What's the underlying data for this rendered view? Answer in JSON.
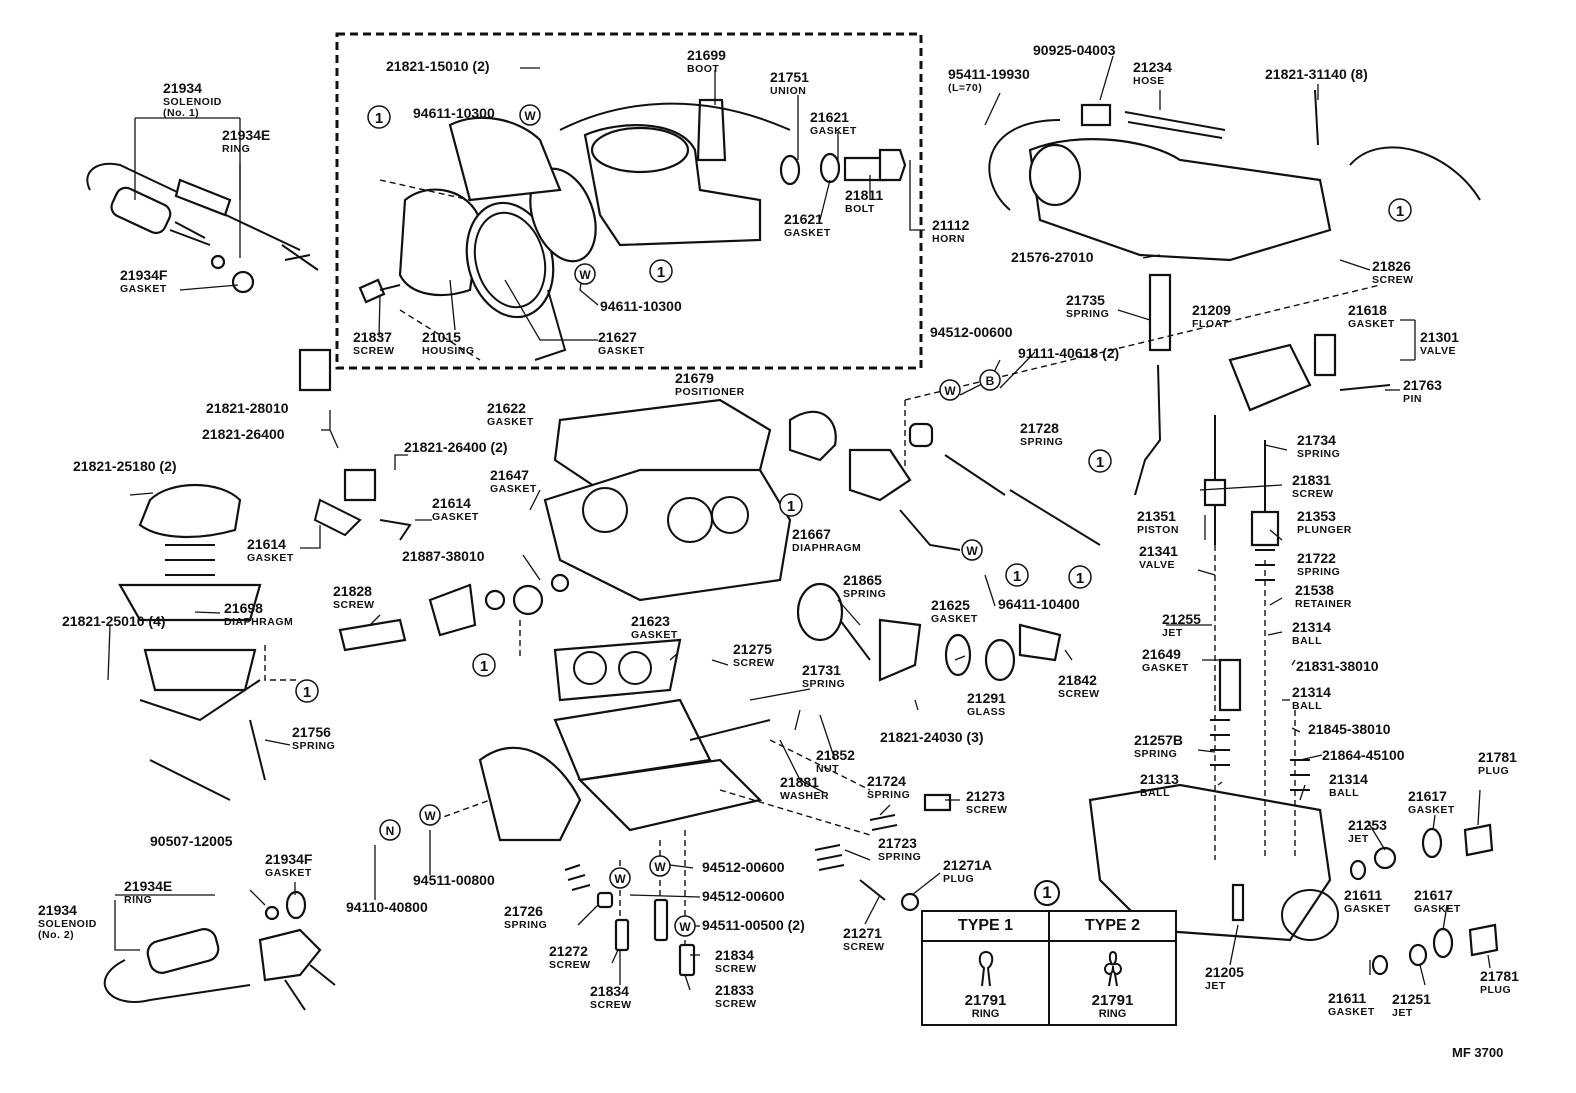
{
  "parts": [
    {
      "id": "p1",
      "num": "21934",
      "name": "SOLENOID (No. 1)"
    },
    {
      "id": "p2",
      "num": "21934E",
      "name": "RING"
    },
    {
      "id": "p3",
      "num": "21934F",
      "name": "GASKET"
    },
    {
      "id": "p4",
      "num": "21821-15010 (2)",
      "name": ""
    },
    {
      "id": "p5",
      "num": "94611-10300",
      "name": ""
    },
    {
      "id": "p6",
      "num": "21699",
      "name": "BOOT"
    },
    {
      "id": "p7",
      "num": "21751",
      "name": "UNION"
    },
    {
      "id": "p8",
      "num": "21621",
      "name": "GASKET"
    },
    {
      "id": "p9",
      "num": "21811",
      "name": "BOLT"
    },
    {
      "id": "p10",
      "num": "21621",
      "name": "GASKET"
    },
    {
      "id": "p11",
      "num": "21112",
      "name": "HORN"
    },
    {
      "id": "p12",
      "num": "94611-10300",
      "name": ""
    },
    {
      "id": "p13",
      "num": "21837",
      "name": "SCREW"
    },
    {
      "id": "p14",
      "num": "21015",
      "name": "HOUSING"
    },
    {
      "id": "p15",
      "num": "21627",
      "name": "GASKET"
    },
    {
      "id": "p16",
      "num": "90925-04003",
      "name": ""
    },
    {
      "id": "p17",
      "num": "95411-19930",
      "name": "(L=70)"
    },
    {
      "id": "p18",
      "num": "21234",
      "name": "HOSE"
    },
    {
      "id": "p19",
      "num": "21821-31140 (8)",
      "name": ""
    },
    {
      "id": "p20",
      "num": "21576-27010",
      "name": ""
    },
    {
      "id": "p21",
      "num": "21826",
      "name": "SCREW"
    },
    {
      "id": "p22",
      "num": "21735",
      "name": "SPRING"
    },
    {
      "id": "p23",
      "num": "21209",
      "name": "FLOAT"
    },
    {
      "id": "p24",
      "num": "21618",
      "name": "GASKET"
    },
    {
      "id": "p25",
      "num": "21301",
      "name": "VALVE"
    },
    {
      "id": "p26",
      "num": "94512-00600",
      "name": ""
    },
    {
      "id": "p27",
      "num": "91111-40618 (2)",
      "name": ""
    },
    {
      "id": "p28",
      "num": "21763",
      "name": "PIN"
    },
    {
      "id": "p29",
      "num": "21679",
      "name": "POSITIONER"
    },
    {
      "id": "p30",
      "num": "21622",
      "name": "GASKET"
    },
    {
      "id": "p31",
      "num": "21821-28010",
      "name": ""
    },
    {
      "id": "p32",
      "num": "21821-26400",
      "name": ""
    },
    {
      "id": "p33",
      "num": "21821-26400 (2)",
      "name": ""
    },
    {
      "id": "p34",
      "num": "21821-25180 (2)",
      "name": ""
    },
    {
      "id": "p35",
      "num": "21647",
      "name": "GASKET"
    },
    {
      "id": "p36",
      "num": "21614",
      "name": "GASKET"
    },
    {
      "id": "p37",
      "num": "21614",
      "name": "GASKET"
    },
    {
      "id": "p38",
      "num": "21887-38010",
      "name": ""
    },
    {
      "id": "p39",
      "num": "21728",
      "name": "SPRING"
    },
    {
      "id": "p40",
      "num": "21734",
      "name": "SPRING"
    },
    {
      "id": "p41",
      "num": "21831",
      "name": "SCREW"
    },
    {
      "id": "p42",
      "num": "21351",
      "name": "PISTON"
    },
    {
      "id": "p43",
      "num": "21353",
      "name": "PLUNGER"
    },
    {
      "id": "p44",
      "num": "21341",
      "name": "VALVE"
    },
    {
      "id": "p45",
      "num": "21722",
      "name": "SPRING"
    },
    {
      "id": "p46",
      "num": "21538",
      "name": "RETAINER"
    },
    {
      "id": "p47",
      "num": "21667",
      "name": "DIAPHRAGM"
    },
    {
      "id": "p48",
      "num": "21828",
      "name": "SCREW"
    },
    {
      "id": "p49",
      "num": "21865",
      "name": "SPRING"
    },
    {
      "id": "p50",
      "num": "21625",
      "name": "GASKET"
    },
    {
      "id": "p51",
      "num": "96411-10400",
      "name": ""
    },
    {
      "id": "p52",
      "num": "21821-25010 (4)",
      "name": ""
    },
    {
      "id": "p53",
      "num": "21698",
      "name": "DIAPHRAGM"
    },
    {
      "id": "p54",
      "num": "21623",
      "name": "GASKET"
    },
    {
      "id": "p55",
      "num": "21275",
      "name": "SCREW"
    },
    {
      "id": "p56",
      "num": "21255",
      "name": "JET"
    },
    {
      "id": "p57",
      "num": "21314",
      "name": "BALL"
    },
    {
      "id": "p58",
      "num": "21649",
      "name": "GASKET"
    },
    {
      "id": "p59",
      "num": "21831-38010",
      "name": ""
    },
    {
      "id": "p60",
      "num": "21842",
      "name": "SCREW"
    },
    {
      "id": "p61",
      "num": "21291",
      "name": "GLASS"
    },
    {
      "id": "p62",
      "num": "21731",
      "name": "SPRING"
    },
    {
      "id": "p63",
      "num": "21314",
      "name": "BALL"
    },
    {
      "id": "p64",
      "num": "21845-38010",
      "name": ""
    },
    {
      "id": "p65",
      "num": "21756",
      "name": "SPRING"
    },
    {
      "id": "p66",
      "num": "21821-24030 (3)",
      "name": ""
    },
    {
      "id": "p67",
      "num": "21852",
      "name": "NUT"
    },
    {
      "id": "p68",
      "num": "21257B",
      "name": "SPRING"
    },
    {
      "id": "p69",
      "num": "21864-45100",
      "name": ""
    },
    {
      "id": "p70",
      "num": "21781",
      "name": "PLUG"
    },
    {
      "id": "p71",
      "num": "21881",
      "name": "WASHER"
    },
    {
      "id": "p72",
      "num": "21724",
      "name": "SPRING"
    },
    {
      "id": "p73",
      "num": "21273",
      "name": "SCREW"
    },
    {
      "id": "p74",
      "num": "21313",
      "name": "BALL"
    },
    {
      "id": "p75",
      "num": "21314",
      "name": "BALL"
    },
    {
      "id": "p76",
      "num": "21617",
      "name": "GASKET"
    },
    {
      "id": "p77",
      "num": "90507-12005",
      "name": ""
    },
    {
      "id": "p78",
      "num": "21253",
      "name": "JET"
    },
    {
      "id": "p79",
      "num": "21723",
      "name": "SPRING"
    },
    {
      "id": "p80",
      "num": "94512-00600",
      "name": ""
    },
    {
      "id": "p81",
      "num": "21934F",
      "name": "GASKET"
    },
    {
      "id": "p82",
      "num": "21271A",
      "name": "PLUG"
    },
    {
      "id": "p83",
      "num": "94511-00800",
      "name": ""
    },
    {
      "id": "p84",
      "num": "94512-00600",
      "name": ""
    },
    {
      "id": "p85",
      "num": "21611",
      "name": "GASKET"
    },
    {
      "id": "p86",
      "num": "21617",
      "name": "GASKET"
    },
    {
      "id": "p87",
      "num": "21934E",
      "name": "RING"
    },
    {
      "id": "p88",
      "num": "21934",
      "name": "SOLENOID (No. 2)"
    },
    {
      "id": "p89",
      "num": "94110-40800",
      "name": ""
    },
    {
      "id": "p90",
      "num": "21726",
      "name": "SPRING"
    },
    {
      "id": "p91",
      "num": "94511-00500 (2)",
      "name": ""
    },
    {
      "id": "p92",
      "num": "21271",
      "name": "SCREW"
    },
    {
      "id": "p93",
      "num": "21205",
      "name": "JET"
    },
    {
      "id": "p94",
      "num": "21272",
      "name": "SCREW"
    },
    {
      "id": "p95",
      "num": "21834",
      "name": "SCREW"
    },
    {
      "id": "p96",
      "num": "21833",
      "name": "SCREW"
    },
    {
      "id": "p97",
      "num": "21834",
      "name": "SCREW"
    },
    {
      "id": "p98",
      "num": "21611",
      "name": "GASKET"
    },
    {
      "id": "p99",
      "num": "21251",
      "name": "JET"
    },
    {
      "id": "p100",
      "num": "21781",
      "name": "PLUG"
    }
  ],
  "markers": {
    "ref_one": "1",
    "w": "W",
    "b": "B",
    "n": "N"
  },
  "legend": {
    "marker": "1",
    "type1": "TYPE 1",
    "type2": "TYPE 2",
    "type1_num": "21791",
    "type1_name": "RING",
    "type2_num": "21791",
    "type2_name": "RING"
  },
  "footer": {
    "code": "MF 3700"
  }
}
